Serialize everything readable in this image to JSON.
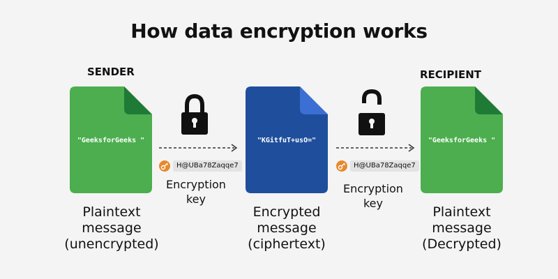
{
  "title": "How data encryption works",
  "sender_label": "SENDER",
  "recipient_label": "RECIPIENT",
  "documents": [
    {
      "content": "\"GeeksforGeeks \"",
      "color": "#4cae4f",
      "fold_color": "#1e7a35",
      "caption": [
        "Plaintext",
        "message",
        "(unencrypted)"
      ]
    },
    {
      "content": "\"KGitfuT+usO=\"",
      "color": "#1f4e9c",
      "fold_color": "#3c6fd4",
      "caption": [
        "Encrypted",
        "message",
        "(ciphertext)"
      ]
    },
    {
      "content": "\"GeeksforGeeks \"",
      "color": "#4cae4f",
      "fold_color": "#1e7a35",
      "caption": [
        "Plaintext",
        "message",
        "(Decrypted)"
      ]
    }
  ],
  "steps": [
    {
      "lock_state": "locked",
      "icon": "locked-padlock-icon",
      "key_value": "H@UBa78Zaqqe7",
      "key_label": [
        "Encryption",
        "key"
      ]
    },
    {
      "lock_state": "unlocked",
      "icon": "unlocked-padlock-icon",
      "key_value": "H@UBa78Zaqqe7",
      "key_label": [
        "Encryption",
        "key"
      ]
    }
  ],
  "key_icon_color": "#e8892c"
}
